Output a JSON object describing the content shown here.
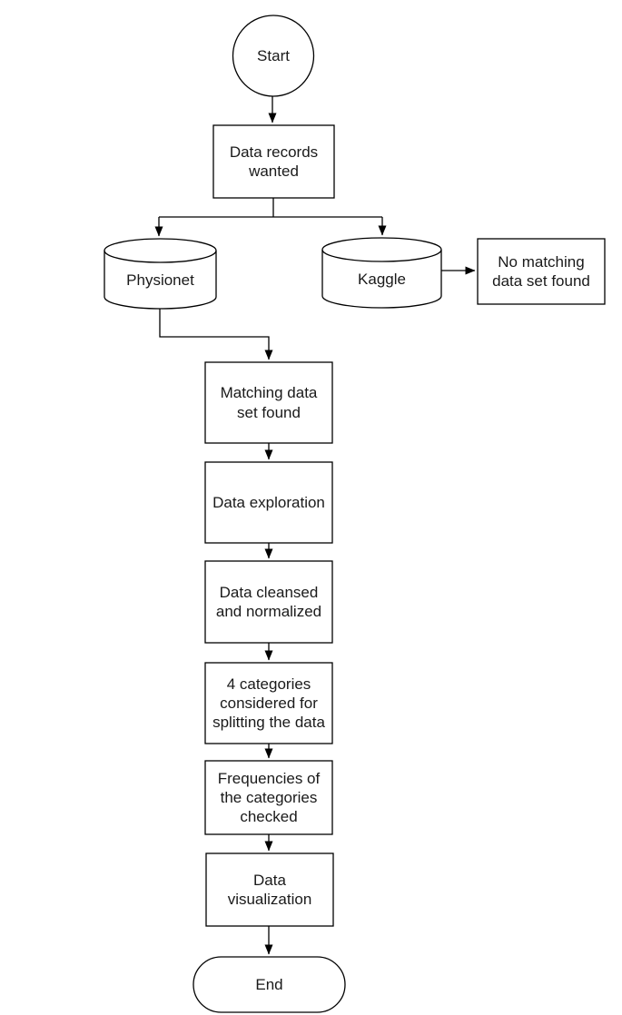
{
  "diagram": {
    "type": "flowchart",
    "colors": {
      "stroke": "#000000",
      "node_fill": "#ffffff",
      "text": "#1a1a1a",
      "background": "#ffffff"
    },
    "nodes": {
      "start": {
        "label": "Start",
        "shape": "circle-terminator"
      },
      "data_records_wanted": {
        "label": "Data records\nwanted",
        "shape": "process"
      },
      "physionet": {
        "label": "Physionet",
        "shape": "database-cylinder"
      },
      "kaggle": {
        "label": "Kaggle",
        "shape": "database-cylinder"
      },
      "no_matching_data_set_found": {
        "label": "No matching\ndata set found",
        "shape": "process"
      },
      "matching_data_set_found": {
        "label": "Matching data\nset found",
        "shape": "process"
      },
      "data_exploration": {
        "label": "Data exploration",
        "shape": "process"
      },
      "data_cleansed_and_normalized": {
        "label": "Data cleansed\nand normalized",
        "shape": "process"
      },
      "four_categories_considered": {
        "label": "4 categories\nconsidered for\nsplitting the data",
        "shape": "process"
      },
      "frequencies_of_categories_checked": {
        "label": "Frequencies of\nthe categories\nchecked",
        "shape": "process"
      },
      "data_visualization": {
        "label": "Data\nvisualization",
        "shape": "process"
      },
      "end": {
        "label": "End",
        "shape": "stadium-terminator"
      }
    },
    "edges": [
      {
        "from": "start",
        "to": "data_records_wanted"
      },
      {
        "from": "data_records_wanted",
        "to": "physionet"
      },
      {
        "from": "data_records_wanted",
        "to": "kaggle"
      },
      {
        "from": "kaggle",
        "to": "no_matching_data_set_found"
      },
      {
        "from": "physionet",
        "to": "matching_data_set_found"
      },
      {
        "from": "matching_data_set_found",
        "to": "data_exploration"
      },
      {
        "from": "data_exploration",
        "to": "data_cleansed_and_normalized"
      },
      {
        "from": "data_cleansed_and_normalized",
        "to": "four_categories_considered"
      },
      {
        "from": "four_categories_considered",
        "to": "frequencies_of_categories_checked"
      },
      {
        "from": "frequencies_of_categories_checked",
        "to": "data_visualization"
      },
      {
        "from": "data_visualization",
        "to": "end"
      }
    ]
  }
}
